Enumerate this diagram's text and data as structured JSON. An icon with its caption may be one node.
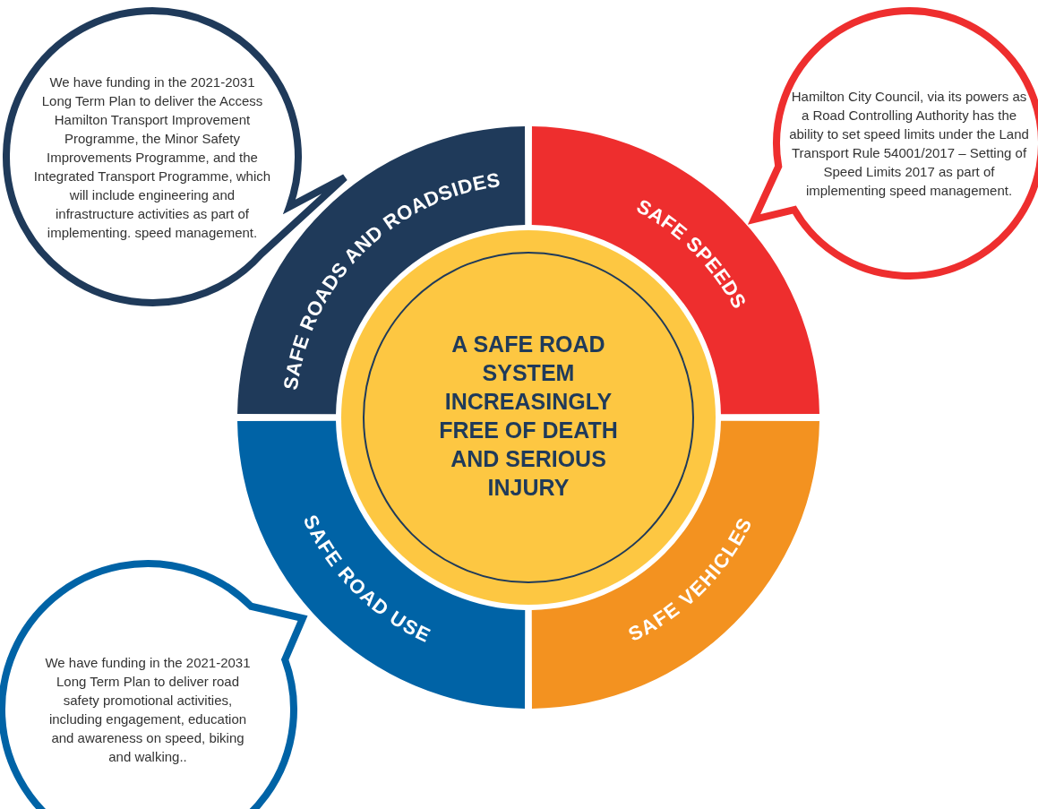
{
  "diagram": {
    "nodes": [
      {
        "text": [
          "A SAFE ROAD SYSTEM INCREASINGLY FREE OF DEATH AND SERIOUS INJURY"
        ]
      },
      {
        "text": [
          "SAFE ROADS AND ROADSIDES"
        ]
      },
      {
        "text": [
          "SAFE SPEEDS"
        ]
      },
      {
        "text": [
          "SAFE VEHICLES"
        ]
      },
      {
        "text": [
          "SAFE ROAD USE"
        ]
      },
      {
        "text": [
          "We have funding in the 2021-2031 Long Term Plan to deliver the Access Hamilton Transport Improvement Programme, the Minor Safety Improvements Programme, and the Integrated Transport Programme, which will include engineering and infrastructure activities as part of implementing. speed management."
        ]
      },
      {
        "text": [
          "Hamilton City Council, via its powers as a Road Controlling Authority has the ability to set speed limits under the Land Transport Rule 54001/2017 – Setting of Speed Limits 2017 as part of implementing speed management."
        ]
      },
      {
        "text": [
          "We have funding in the 2021-2031 Long Term Plan to deliver road safety promotional activities, including engagement, education and awareness on speed, biking and walking.."
        ]
      }
    ]
  }
}
